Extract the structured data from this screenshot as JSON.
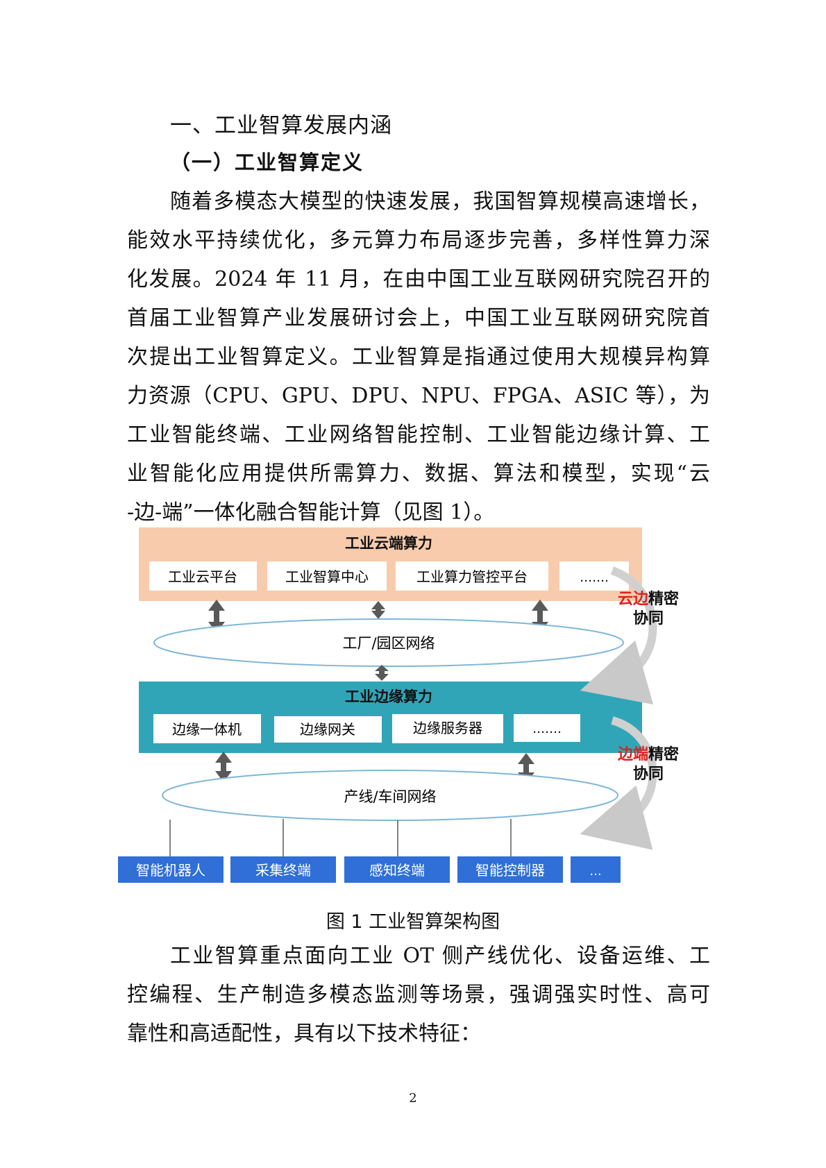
{
  "heading1": "一、工业智算发展内涵",
  "heading2": "（一）工业智算定义",
  "paragraph1": [
    "随着多模态大模型的快速发展，我国智算规模高速增长，",
    "能效水平持续优化，多元算力布局逐步完善，多样性算力深",
    "化发展。2024 年 11 月，在由中国工业互联网研究院召开的",
    "首届工业智算产业发展研讨会上，中国工业互联网研究院首",
    "次提出工业智算定义。工业智算是指通过使用大规模异构算",
    "力资源（CPU、GPU、DPU、NPU、FPGA、ASIC 等），为",
    "工业智能终端、工业网络智能控制、工业智能边缘计算、工",
    "业智能化应用提供所需算力、数据、算法和模型，实现“云",
    "-边-端”一体化融合智能计算（见图 1）。"
  ],
  "diagram": {
    "cloud": {
      "title": "工业云端算力",
      "items": [
        "工业云平台",
        "工业智算中心",
        "工业算力管控平台",
        "……."
      ]
    },
    "factory_network": "工厂/园区网络",
    "edge": {
      "title": "工业边缘算力",
      "items": [
        "边缘一体机",
        "边缘网关",
        "边缘服务器",
        "……."
      ]
    },
    "line_network": "产线/车间网络",
    "terminals": [
      "智能机器人",
      "采集终端",
      "感知终端",
      "智能控制器",
      "..."
    ],
    "cloud_edge_sync": {
      "red": "云边",
      "black": "精密",
      "line2": "协同"
    },
    "edge_end_sync": {
      "red": "边端",
      "black": "精密",
      "line2": "协同"
    },
    "colors": {
      "cloud_bg": "#f8cbad",
      "edge_bg": "#31a5b8",
      "terminal_bg": "#2f6fd7",
      "red_text": "#e0201b",
      "arrow": "#595959",
      "ellipse_stroke": "#7fb6d8"
    }
  },
  "caption": "图 1  工业智算架构图",
  "paragraph2": [
    "工业智算重点面向工业 OT 侧产线优化、设备运维、工",
    "控编程、生产制造多模态监测等场景，强调强实时性、高可",
    "靠性和高适配性，具有以下技术特征："
  ],
  "page_number": "2"
}
